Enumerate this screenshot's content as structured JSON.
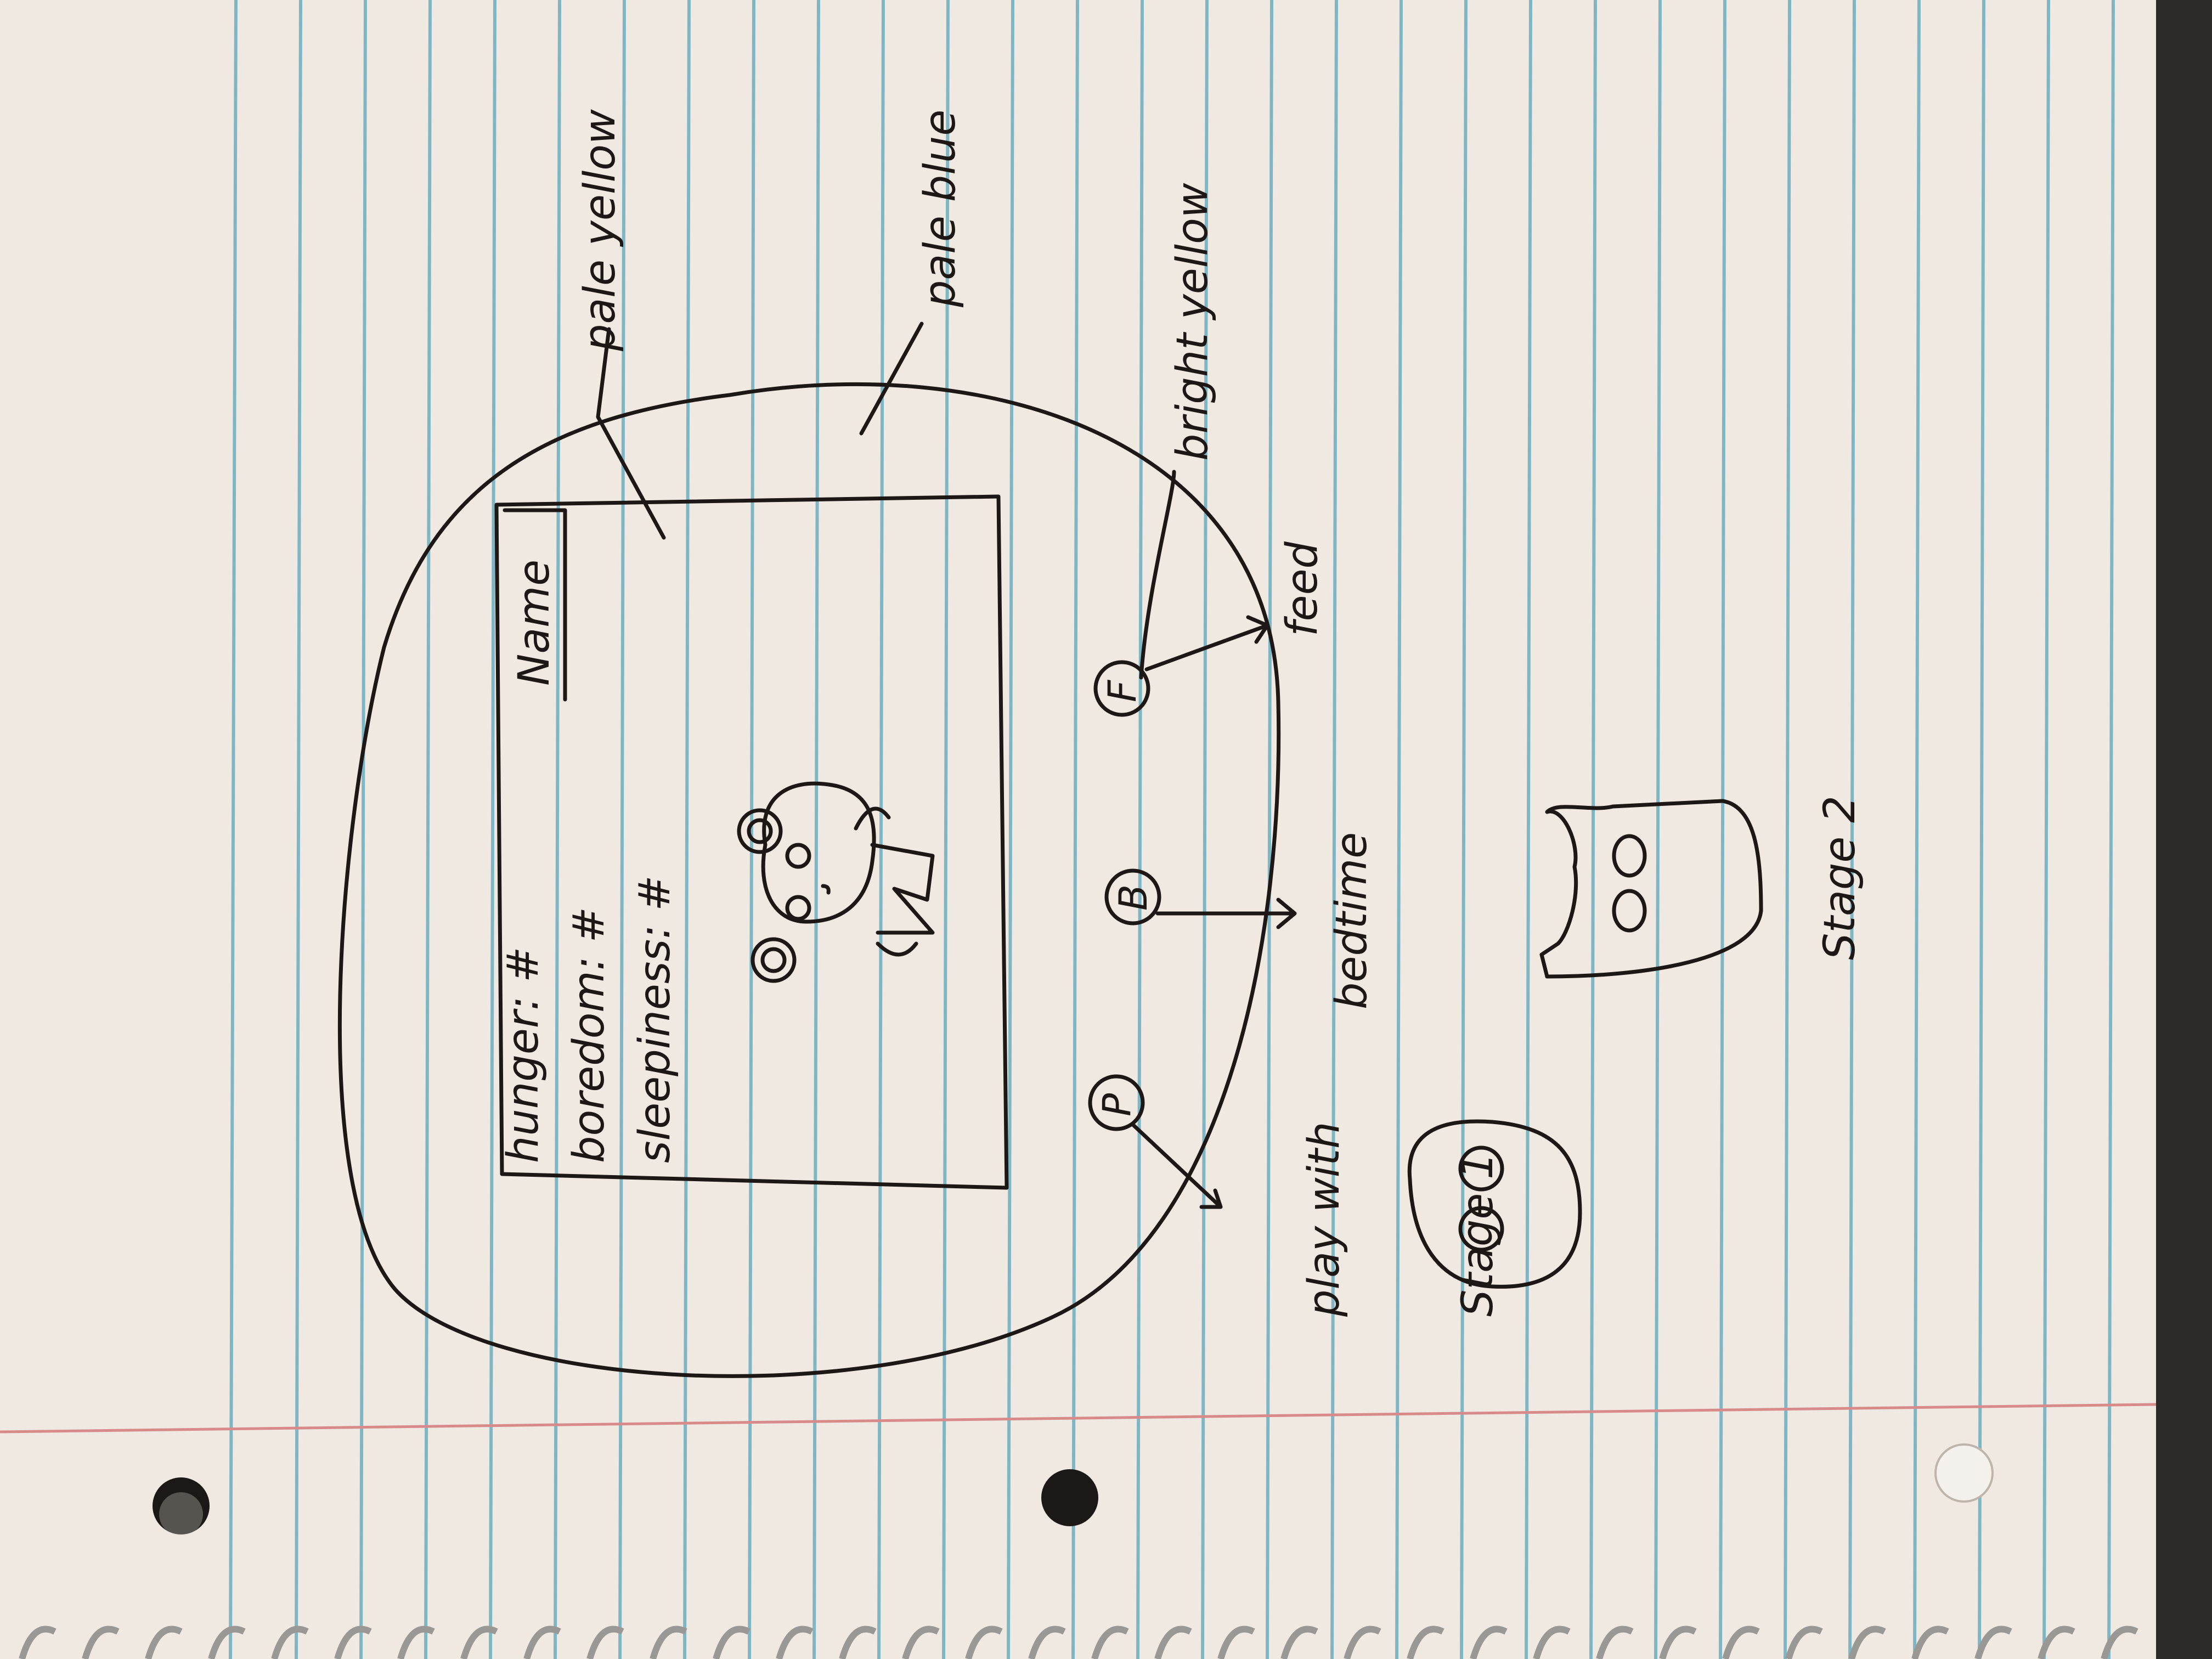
{
  "sketch": {
    "screen": {
      "name_label": "Name",
      "stats": [
        "hunger: #",
        "boredom: #",
        "sleepiness: #"
      ]
    },
    "buttons": [
      {
        "letter": "P",
        "label": "play with"
      },
      {
        "letter": "B",
        "label": "bedtime"
      },
      {
        "letter": "F",
        "label": "feed"
      }
    ],
    "color_notes": {
      "screen": "pale yellow",
      "body": "pale blue",
      "buttons": "bright yellow"
    },
    "stages": [
      {
        "label": "Stage 1"
      },
      {
        "label": "Stage 2"
      }
    ]
  }
}
